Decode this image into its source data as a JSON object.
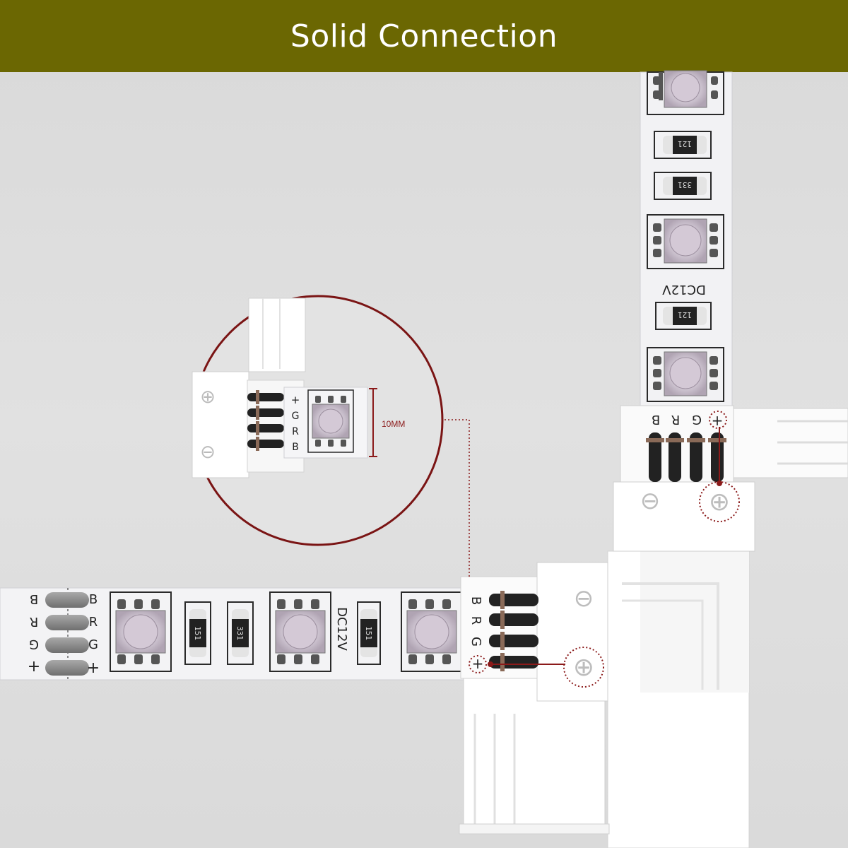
{
  "banner": {
    "title": "Solid Connection",
    "color": "#6b6702"
  },
  "horizontal_strip": {
    "pad_labels": [
      "B",
      "R",
      "G",
      "+"
    ],
    "resistor_codes": [
      "151",
      "331",
      "151"
    ],
    "voltage_label": "DC12V",
    "connector_pins": [
      "B",
      "R",
      "G",
      "+"
    ]
  },
  "vertical_strip": {
    "resistor_codes": [
      "121",
      "331",
      "121"
    ],
    "voltage_label": "DC12V",
    "connector_pins": [
      "B",
      "R",
      "G",
      "+"
    ]
  },
  "callout": {
    "pin_labels": [
      "+",
      "G",
      "R",
      "B"
    ],
    "dimension_label": "10MM",
    "accent_color": "#8b1a1a"
  },
  "symbols": {
    "plus": "⊕",
    "minus": "⊖"
  }
}
